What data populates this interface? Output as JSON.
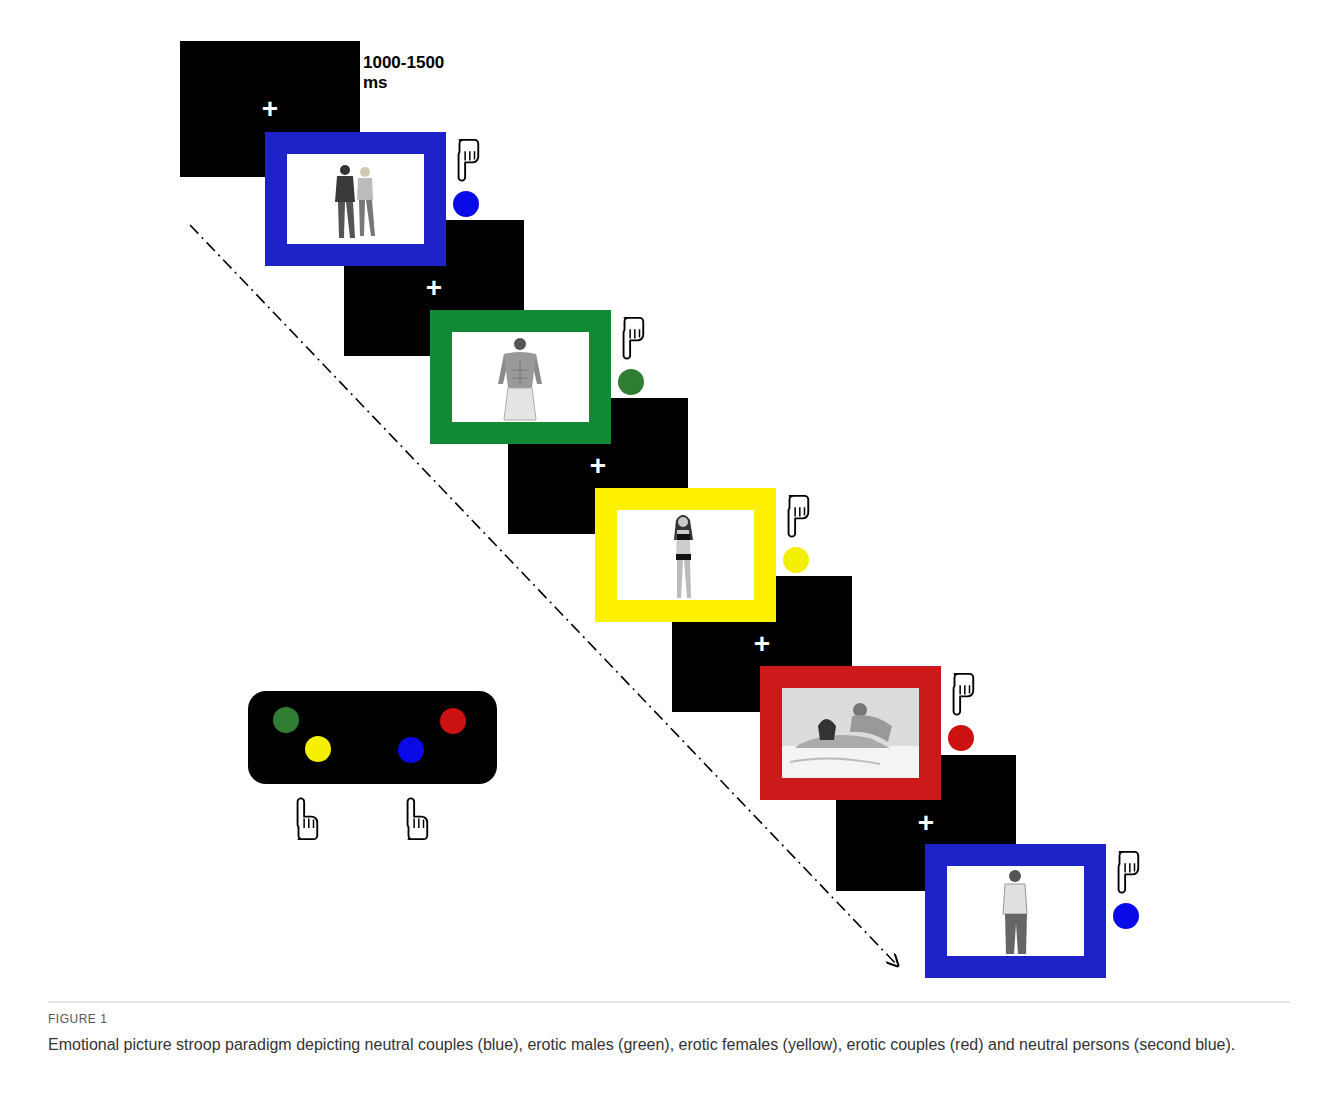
{
  "diagram": {
    "caption": "Emotional picture stroop paradigm depicting neutral couples (blue), erotic males (green), erotic females (yellow), erotic couples (red) and neutral persons (second blue).",
    "nodes": [
      {
        "text": [
          "+",
          "1000-1500 ms"
        ]
      },
      {
        "text": [
          "+"
        ]
      },
      {
        "text": [
          "+"
        ]
      },
      {
        "text": [
          "+"
        ]
      },
      {
        "text": [
          "+"
        ]
      }
    ],
    "labels": [
      "FIGURE 1"
    ]
  }
}
